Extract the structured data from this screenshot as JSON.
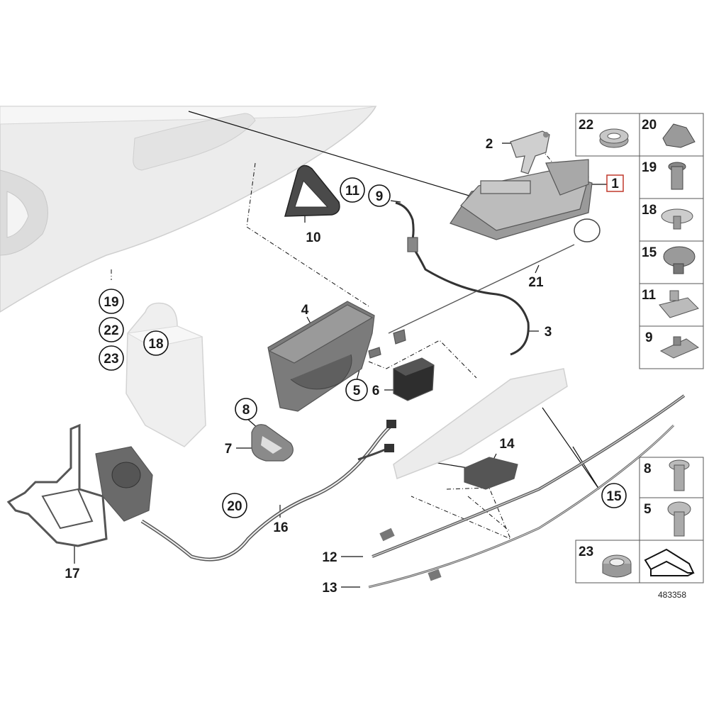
{
  "diagram": {
    "reference_number": "483358",
    "part_labels": {
      "p1": "1",
      "p2": "2",
      "p3": "3",
      "p4": "4",
      "p5": "5",
      "p6": "6",
      "p7": "7",
      "p8": "8",
      "p9": "9",
      "p10": "10",
      "p11": "11",
      "p12": "12",
      "p13": "13",
      "p14": "14",
      "p15": "15",
      "p16": "16",
      "p17": "17",
      "p18": "18",
      "p19": "19",
      "p20": "20",
      "p21": "21",
      "p22": "22",
      "p23": "23"
    },
    "sidebar_top": [
      "22",
      "20",
      "19",
      "18",
      "15",
      "11",
      "9"
    ],
    "sidebar_bottom": [
      "8",
      "5",
      "23"
    ]
  }
}
